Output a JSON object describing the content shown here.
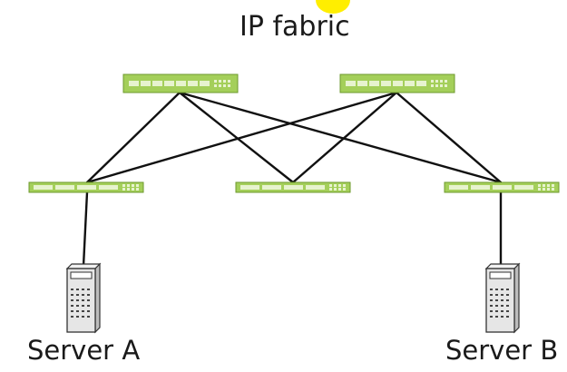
{
  "title": "IP fabric",
  "servers": {
    "a": {
      "label": "Server A"
    },
    "b": {
      "label": "Server B"
    }
  },
  "colors": {
    "switch_body": "#a4cf5a",
    "switch_edge": "#6e9a2e",
    "switch_port": "#e7f3cf",
    "link": "#111111",
    "server_body": "#e6e6e6",
    "server_edge": "#333333",
    "highlight": "#ffee00"
  },
  "icons": {
    "spine_switch": "network-switch-icon",
    "leaf_switch": "network-switch-icon",
    "server": "server-tower-icon"
  }
}
